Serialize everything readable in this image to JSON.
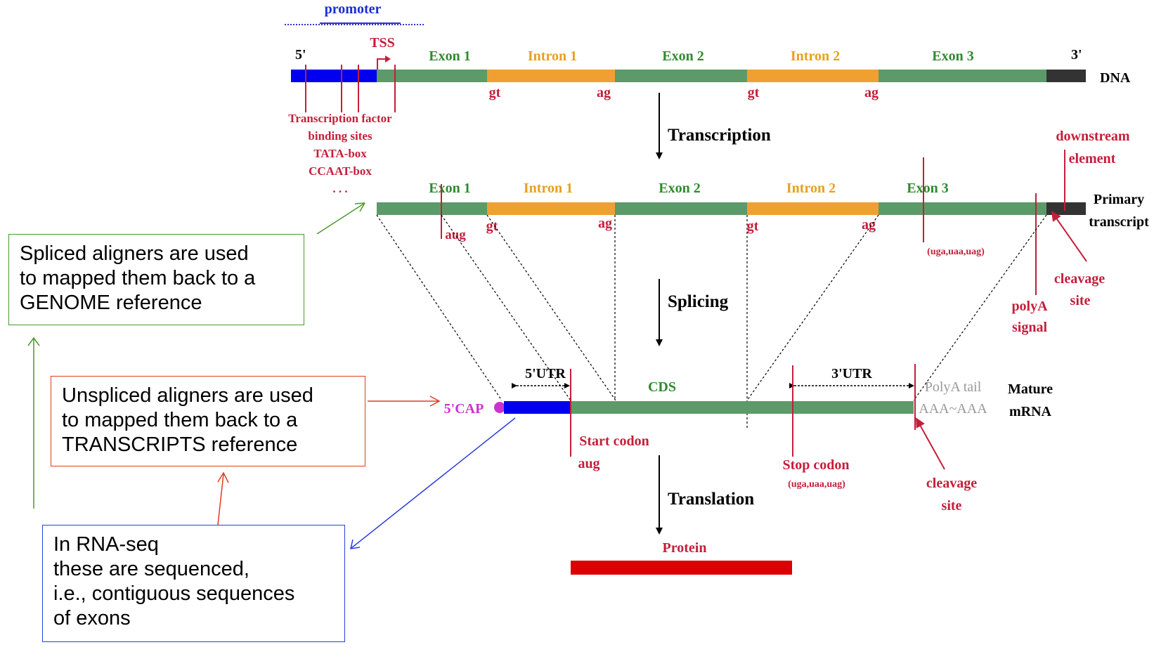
{
  "colors": {
    "exon": "#5c9a6a",
    "intron": "#f0a030",
    "promoter_bar": "#0000ee",
    "tail": "#333333",
    "red": "#c41e3a",
    "exon_text": "#2e8b2e",
    "intron_text": "#e8a020",
    "cap": "#cc33cc",
    "protein": "#dd0000",
    "green_box": "#4a9a2a",
    "red_box": "#e03c1e",
    "blue_box": "#2a3ee0"
  },
  "dna": {
    "promoter": "promoter",
    "tss": "TSS",
    "five_prime": "5'",
    "three_prime": "3'",
    "exon1": "Exon 1",
    "intron1": "Intron 1",
    "exon2": "Exon 2",
    "intron2": "Intron 2",
    "exon3": "Exon 3",
    "label": "DNA",
    "gt1": "gt",
    "ag1": "ag",
    "gt2": "gt",
    "ag2": "ag",
    "tf_lines": [
      "Transcription factor",
      "binding sites",
      "TATA-box",
      "CCAAT-box",
      ". . ."
    ]
  },
  "transcription": "Transcription",
  "primary": {
    "exon1": "Exon 1",
    "intron1": "Intron 1",
    "exon2": "Exon 2",
    "intron2": "Intron 2",
    "exon3": "Exon 3",
    "label_line1": "Primary",
    "label_line2": "transcript",
    "aug": "aug",
    "gt1": "gt",
    "ag1": "ag",
    "gt2": "gt",
    "ag2": "ag",
    "stop": "(uga,uaa,uag)",
    "downstream_line1": "downstream",
    "downstream_line2": "element",
    "polya_line1": "polyA",
    "polya_line2": "signal",
    "cleavage_line1": "cleavage",
    "cleavage_line2": "site"
  },
  "splicing": "Splicing",
  "mature": {
    "utr5": "5'UTR",
    "cds": "CDS",
    "utr3": "3'UTR",
    "cap": "5'CAP",
    "polya_tail": "PolyA tail",
    "aaa": "AAA~AAA",
    "label_line1": "Mature",
    "label_line2": "mRNA",
    "start_line1": "Start codon",
    "start_line2": "aug",
    "stop_line1": "Stop codon",
    "stop_line2": "(uga,uaa,uag)",
    "cleavage_line1": "cleavage",
    "cleavage_line2": "site"
  },
  "translation": "Translation",
  "protein": "Protein",
  "boxes": {
    "genome": [
      "Spliced aligners are used",
      "to mapped them back to a",
      "GENOME reference"
    ],
    "transcripts": [
      "Unspliced aligners are used",
      "to mapped them back to a",
      "TRANSCRIPTS reference"
    ],
    "rnaseq": [
      "In RNA-seq",
      "these are sequenced,",
      "i.e., contiguous sequences",
      "of exons"
    ]
  }
}
